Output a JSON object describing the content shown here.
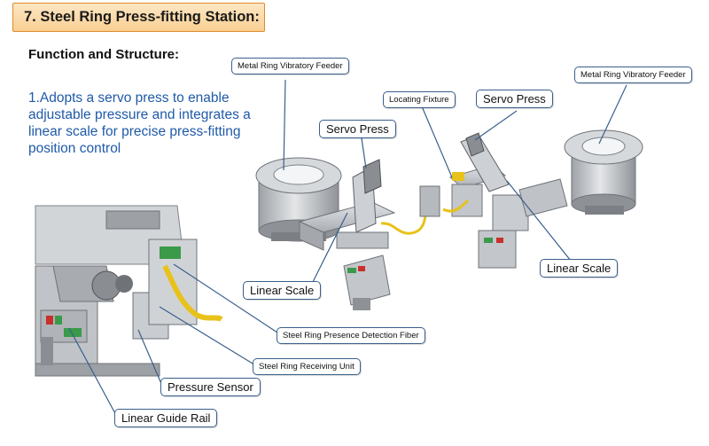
{
  "header": {
    "title": "7. Steel Ring Press-fitting Station:"
  },
  "section": {
    "subtitle": "Function and Structure:",
    "description": "1.Adopts a servo press to enable adjustable pressure and integrates a linear scale for precise press-fitting position control"
  },
  "callouts": {
    "feeder_left": "Metal Ring Vibratory Feeder",
    "feeder_right": "Metal Ring Vibratory Feeder",
    "locating_fixture": "Locating Fixture",
    "servo_press_left": "Servo Press",
    "servo_press_right": "Servo Press",
    "linear_scale_left": "Linear Scale",
    "linear_scale_right": "Linear Scale",
    "presence_fiber": "Steel Ring Presence Detection Fiber",
    "receiving_unit": "Steel Ring Receiving Unit",
    "pressure_sensor": "Pressure Sensor",
    "linear_guide_rail": "Linear Guide Rail"
  },
  "colors": {
    "title_fill": "#f9cf92",
    "title_border": "#e08a2c",
    "description_text": "#1f5aa8",
    "callout_border": "#3a5f8c",
    "leader_line": "#3a5f8c",
    "machine_gray": "#c9ccd0",
    "cable_yellow": "#e8c21a",
    "accent_green": "#3a9a4a",
    "accent_red": "#c8302b"
  }
}
